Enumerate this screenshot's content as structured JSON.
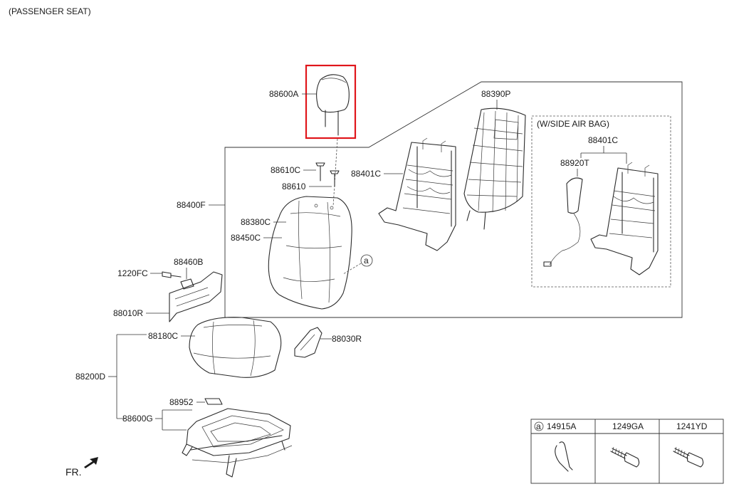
{
  "header": {
    "title": "(PASSENGER SEAT)"
  },
  "colors": {
    "highlight": "#e0161b",
    "line": "#2a2a2a"
  },
  "callouts": {
    "p88600A": "88600A",
    "p88390P": "88390P",
    "p88610C": "88610C",
    "p88610": "88610",
    "p88401C": "88401C",
    "p88400F": "88400F",
    "p88380C": "88380C",
    "p88450C": "88450C",
    "ref_a": "a",
    "p88460B": "88460B",
    "p1220FC": "1220FC",
    "p88010R": "88010R",
    "p88180C": "88180C",
    "p88030R": "88030R",
    "p88200D": "88200D",
    "p88952": "88952",
    "p88600G": "88600G"
  },
  "side_airbag": {
    "title": "(W/SIDE AIR BAG)",
    "p88401C": "88401C",
    "p88920T": "88920T"
  },
  "legend_table": {
    "ref": "a",
    "headers": [
      "14915A",
      "1249GA",
      "1241YD"
    ]
  },
  "orientation": {
    "label": "FR."
  }
}
